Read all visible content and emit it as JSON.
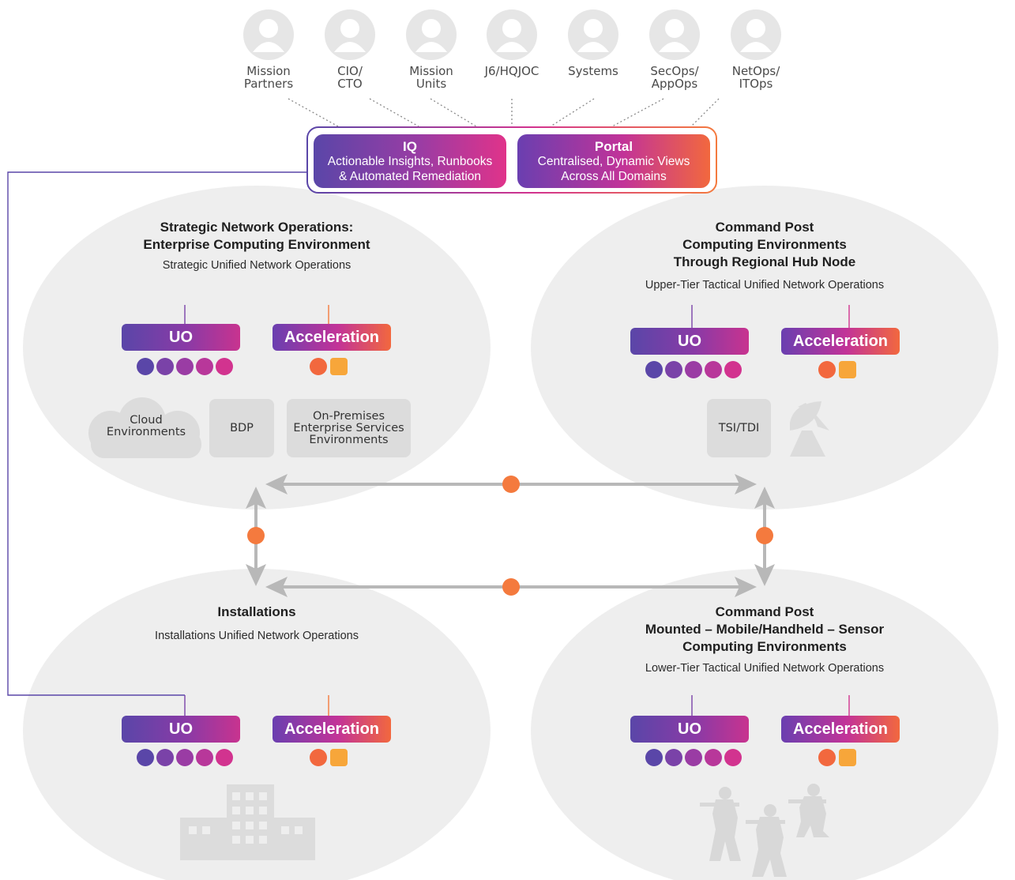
{
  "personas": [
    {
      "label": "Mission\nPartners"
    },
    {
      "label": "CIO/\nCTO"
    },
    {
      "label": "Mission\nUnits"
    },
    {
      "label": "J6/HQJOC"
    },
    {
      "label": "Systems"
    },
    {
      "label": "SecOps/\nAppOps"
    },
    {
      "label": "NetOps/\nITOps"
    }
  ],
  "iq": {
    "title": "IQ",
    "subtitle": "Actionable Insights, Runbooks\n& Automated Remediation"
  },
  "portal": {
    "title": "Portal",
    "subtitle": "Centralised, Dynamic Views\nAcross All Domains"
  },
  "regions": {
    "strategic": {
      "title": "Strategic Network Operations:\nEnterprise Computing Environment",
      "subtitle": "Strategic Unified Network Operations",
      "uo_label": "UO",
      "acc_label": "Acceleration",
      "boxes": [
        "Cloud\nEnvironments",
        "BDP",
        "On-Premises\nEnterprise Services\nEnvironments"
      ]
    },
    "command_upper": {
      "title": "Command Post\nComputing Environments\nThrough Regional Hub Node",
      "subtitle": "Upper-Tier Tactical Unified Network Operations",
      "uo_label": "UO",
      "acc_label": "Acceleration",
      "boxes": [
        "TSI/TDI"
      ]
    },
    "installations": {
      "title": "Installations",
      "subtitle": "Installations Unified Network Operations",
      "uo_label": "UO",
      "acc_label": "Acceleration"
    },
    "command_lower": {
      "title": "Command Post\nMounted – Mobile/Handheld – Sensor\nComputing Environments",
      "subtitle": "Lower-Tier Tactical Unified Network Operations",
      "uo_label": "UO",
      "acc_label": "Acceleration"
    }
  },
  "colors": {
    "purple": "#5a46a8",
    "magenta": "#d2338f",
    "orange": "#f47a3e",
    "ellipse": "#eeeeee",
    "arrow": "#b8b8b8",
    "greybox": "#dcdcdc",
    "dot_colors": [
      "#5a46a8",
      "#7a42a8",
      "#9a3ca4",
      "#b8379a",
      "#d2338f"
    ],
    "acc_colors": [
      "#f2683e",
      "#f7a63a"
    ]
  },
  "icons": [
    "person-icon",
    "cloud-icon",
    "satellite-dish-icon",
    "building-icon",
    "soldiers-icon"
  ]
}
